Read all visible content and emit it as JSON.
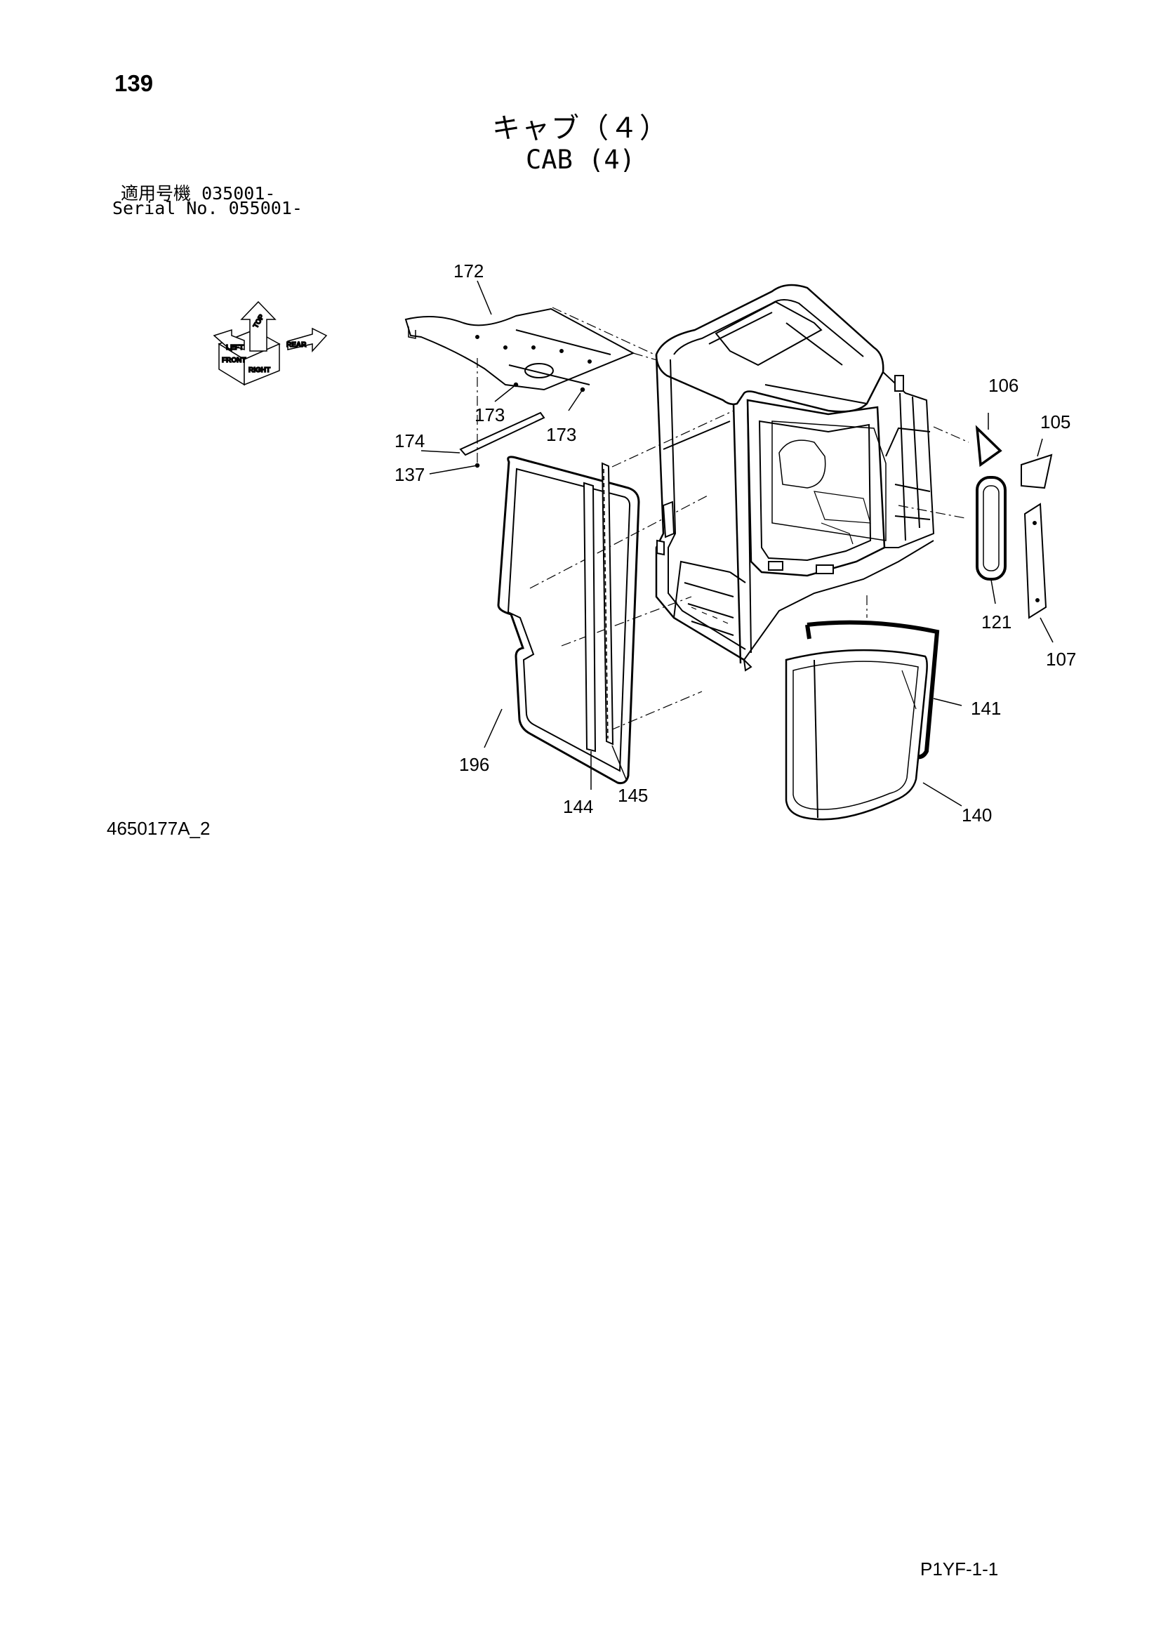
{
  "header": {
    "page_number": "139",
    "title_ja": "キャブ（４）",
    "title_en": "CAB (4)"
  },
  "serial": {
    "label_ja": "適用号機",
    "value_ja": "035001-",
    "label_en": "Serial No.",
    "value_en": "055001-"
  },
  "direction_indicator": {
    "top": "TOP",
    "front": "FRONT",
    "right": "RIGHT",
    "left": "LEFT",
    "rear": "REAR"
  },
  "callouts": {
    "c172": "172",
    "c173a": "173",
    "c173b": "173",
    "c174": "174",
    "c137": "137",
    "c196": "196",
    "c144": "144",
    "c145": "145",
    "c106": "106",
    "c105": "105",
    "c121": "121",
    "c107": "107",
    "c141": "141",
    "c140": "140"
  },
  "footer": {
    "drawing_number": "4650177A_2",
    "page_code": "P1YF-1-1"
  }
}
